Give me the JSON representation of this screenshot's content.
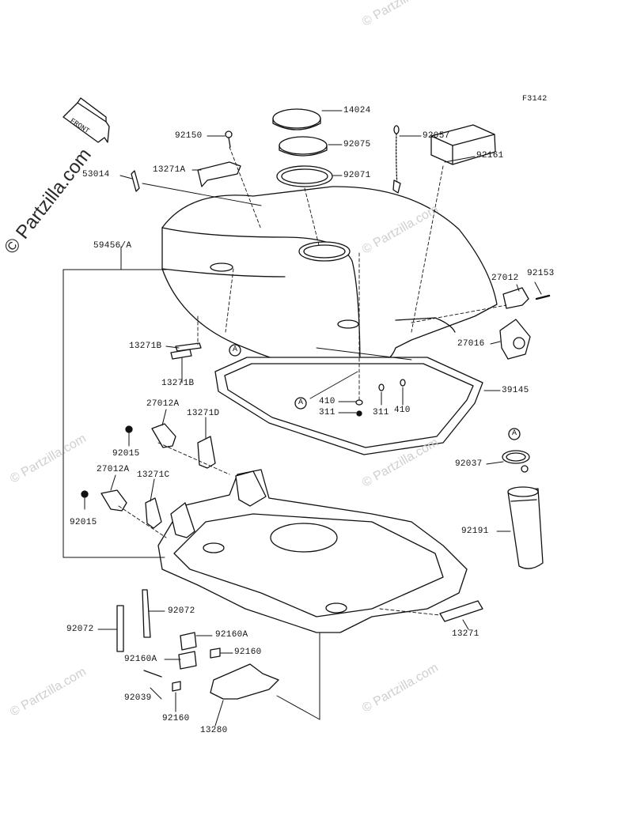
{
  "diagram": {
    "ref_code": "F3142",
    "front_tag": "FRONT",
    "callout_marker": "A",
    "watermark_main": "© Partzilla.com",
    "watermark_repeat": "© Partzilla.com",
    "parts": {
      "p14024": "14024",
      "p92150": "92150",
      "p92075": "92075",
      "p92057": "92057",
      "p13271A": "13271A",
      "p92071": "92071",
      "p92161": "92161",
      "p53014": "53014",
      "p59456A": "59456/A",
      "p27012": "27012",
      "p92153": "92153",
      "p27016": "27016",
      "p13271B_1": "13271B",
      "p13271B_2": "13271B",
      "p410a": "410",
      "p311a": "311",
      "p311b": "311",
      "p410b": "410",
      "p39145": "39145",
      "p27012A_1": "27012A",
      "p13271D": "13271D",
      "p92015_1": "92015",
      "p92037": "92037",
      "p27012A_2": "27012A",
      "p13271C": "13271C",
      "p92015_2": "92015",
      "p92191": "92191",
      "p92072_1": "92072",
      "p92072_2": "92072",
      "p92160A_1": "92160A",
      "p92160A_2": "92160A",
      "p92160_1": "92160",
      "p92039": "92039",
      "p92160_2": "92160",
      "p13280": "13280",
      "p13271": "13271"
    }
  }
}
